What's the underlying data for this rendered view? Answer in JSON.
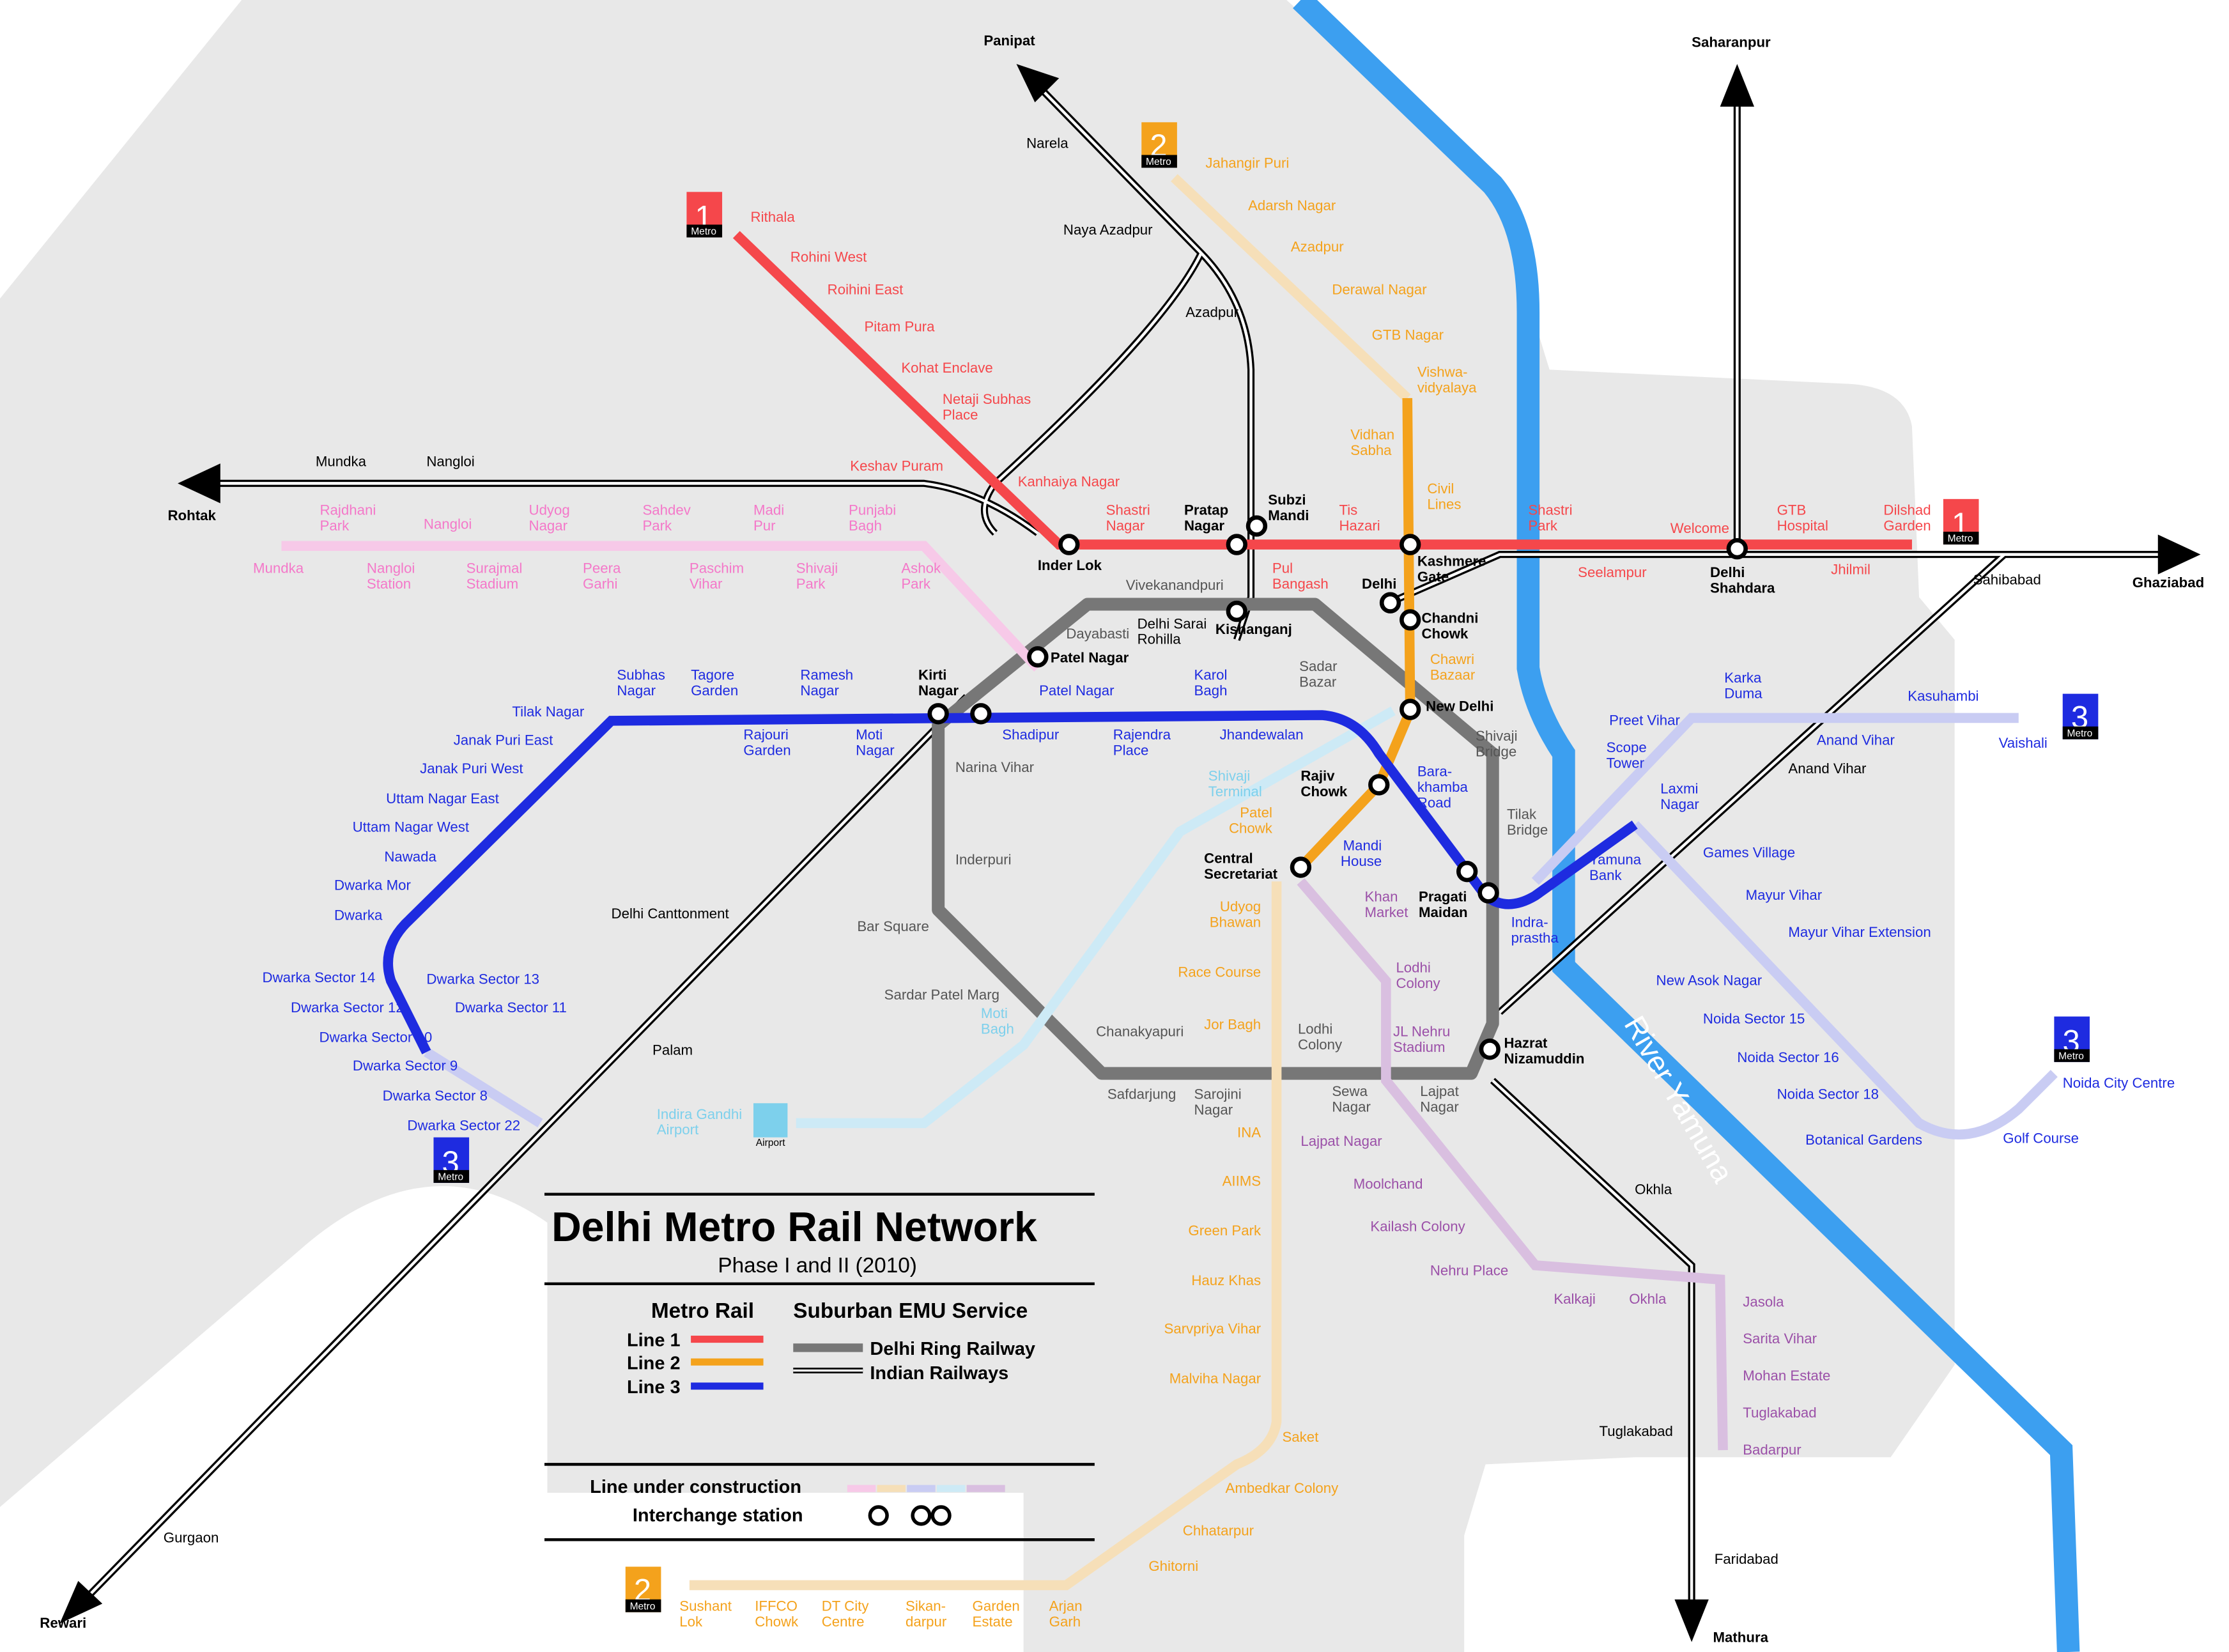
{
  "title": {
    "main": "Delhi Metro Rail Network",
    "subtitle": "Phase I and II (2010)"
  },
  "legend": {
    "metro_heading": "Metro Rail",
    "line1": "Line 1",
    "line2": "Line 2",
    "line3": "Line 3",
    "emu_heading": "Suburban EMU Service",
    "ring": "Delhi Ring Railway",
    "indian": "Indian Railways",
    "construction": "Line under construction",
    "interchange": "Interchange station"
  },
  "colors": {
    "line1": "#f5474b",
    "line2": "#f4a21c",
    "line3": "#1e2be0",
    "line3_construction": "#c9ccf3",
    "pink": "#f478c9",
    "violet": "#9b50a8",
    "light_blue": "#7dd0ec",
    "ring": "#777777",
    "river": "#3c9ff0",
    "land": "#e8e8e8"
  },
  "badges": {
    "line1": "1",
    "line2": "2",
    "line3": "3",
    "metro": "Metro",
    "airport": "Airport"
  },
  "river": "River Yamuna",
  "directions": {
    "panipat": "Panipat",
    "saharanpur": "Saharanpur",
    "rohtak": "Rohtak",
    "ghaziabad": "Ghaziabad",
    "rewari": "Rewari",
    "mathura": "Mathura"
  },
  "rail_stations": {
    "narela": "Narela",
    "naya_azadpur": "Naya Azadpur",
    "azadpur": "Azadpur",
    "mundka": "Mundka",
    "nangloi": "Nangloi",
    "vivekanandpuri": "Vivekanandpuri",
    "dayabasti": "Dayabasti",
    "delhi_sarai": "Delhi Sarai\nRohilla",
    "sadar_bazar": "Sadar\nBazar",
    "shivaji_bridge": "Shivaji\nBridge",
    "tilak_bridge": "Tilak\nBridge",
    "narina_vihar": "Narina Vihar",
    "inderpuri": "Inderpuri",
    "bar_square": "Bar Square",
    "sardar_patel_marg": "Sardar Patel Marg",
    "chanakyapuri": "Chanakyapuri",
    "lodhi_colony": "Lodhi\nColony",
    "safdarjung": "Safdarjung",
    "sarojini_nagar": "Sarojini\nNagar",
    "sewa_nagar": "Sewa\nNagar",
    "lajpat_nagar": "Lajpat\nNagar",
    "delhi_cantt": "Delhi Canttonment",
    "palam": "Palam",
    "gurgaon": "Gurgaon",
    "sahibabad": "Sahibabad",
    "anand_vihar": "Anand Vihar",
    "okhla": "Okhla",
    "tuglakabad": "Tuglakabad",
    "faridabad": "Faridabad"
  },
  "interchanges": {
    "inder_lok": "Inder Lok",
    "pratap_nagar": "Pratap\nNagar",
    "subzi_mandi": "Subzi\nMandi",
    "kashmere_gate": "Kashmere\nGate",
    "delhi_shahdara": "Delhi\nShahdara",
    "delhi": "Delhi",
    "chandni_chowk": "Chandni\nChowk",
    "kishanganj": "Kishanganj",
    "patel_nagar": "Patel Nagar",
    "kirti_nagar": "Kirti\nNagar",
    "new_delhi": "New Delhi",
    "rajiv_chowk": "Rajiv\nChowk",
    "central_secretariat": "Central\nSecretariat",
    "pragati_maidan": "Pragati\nMaidan",
    "hazrat_nizamuddin": "Hazrat\nNizamuddin"
  },
  "line1": [
    "Rithala",
    "Rohini West",
    "Roihini East",
    "Pitam Pura",
    "Kohat Enclave",
    "Netaji Subhas\nPlace",
    "Keshav Puram",
    "Kanhaiya Nagar",
    "Shastri\nNagar",
    "Pul\nBangash",
    "Tis\nHazari",
    "Shastri\nPark",
    "Seelampur",
    "Welcome",
    "GTB\nHospital",
    "Jhilmil",
    "Dilshad\nGarden"
  ],
  "line2": [
    "Jahangir Puri",
    "Adarsh Nagar",
    "Azadpur",
    "Derawal Nagar",
    "GTB Nagar",
    "Vishwa-\nvidyalaya",
    "Vidhan\nSabha",
    "Civil\nLines",
    "Chawri\nBazaar",
    "Patel\nChowk",
    "Udyog\nBhawan",
    "Race Course",
    "Jor Bagh",
    "INA",
    "AIIMS",
    "Green Park",
    "Hauz Khas",
    "Sarvpriya Vihar",
    "Malviha Nagar",
    "Saket",
    "Ambedkar Colony",
    "Chhatarpur",
    "Ghitorni",
    "Sushant\nLok",
    "IFFCO\nChowk",
    "DT City\nCentre",
    "Sikan-\ndarpur",
    "Garden\nEstate",
    "Arjan\nGarh"
  ],
  "line3": [
    "Subhas\nNagar",
    "Tagore\nGarden",
    "Ramesh\nNagar",
    "Rajouri\nGarden",
    "Moti\nNagar",
    "Shadipur",
    "Patel Nagar",
    "Rajendra\nPlace",
    "Karol\nBagh",
    "Jhandewalan",
    "Bara-\nkhamba\nRoad",
    "Mandi\nHouse",
    "Indra-\nprastha",
    "Yamuna\nBank",
    "Laxmi\nNagar",
    "Scope\nTower",
    "Preet Vihar",
    "Karka\nDuma",
    "Anand Vihar",
    "Kasuhambi",
    "Vaishali",
    "Games Village",
    "Mayur Vihar",
    "Mayur Vihar Extension",
    "New Asok Nagar",
    "Noida Sector 15",
    "Noida Sector 16",
    "Noida Sector 18",
    "Botanical Gardens",
    "Golf Course",
    "Noida City Centre",
    "Tilak Nagar",
    "Janak Puri East",
    "Janak Puri West",
    "Uttam Nagar East",
    "Uttam Nagar West",
    "Nawada",
    "Dwarka Mor",
    "Dwarka",
    "Dwarka Sector 14",
    "Dwarka Sector 13",
    "Dwarka Sector 12",
    "Dwarka Sector 11",
    "Dwarka Sector 10",
    "Dwarka Sector 9",
    "Dwarka Sector 8",
    "Dwarka Sector 22"
  ],
  "pink": [
    "Mundka",
    "Rajdhani\nPark",
    "Nangloi\nStation",
    "Nangloi",
    "Surajmal\nStadium",
    "Udyog\nNagar",
    "Peera\nGarhi",
    "Sahdev\nPark",
    "Paschim\nVihar",
    "Madi\nPur",
    "Shivaji\nPark",
    "Punjabi\nBagh",
    "Ashok\nPark"
  ],
  "violet": [
    "Khan\nMarket",
    "Lodhi\nColony",
    "JL Nehru\nStadium",
    "Lajpat Nagar",
    "Moolchand",
    "Kailash Colony",
    "Nehru Place",
    "Kalkaji",
    "Okhla",
    "Jasola",
    "Sarita Vihar",
    "Mohan Estate",
    "Tuglakabad",
    "Badarpur"
  ],
  "light_blue": [
    "Shivaji\nTerminal",
    "Moti\nBagh",
    "Indira Gandhi\nAirport"
  ]
}
